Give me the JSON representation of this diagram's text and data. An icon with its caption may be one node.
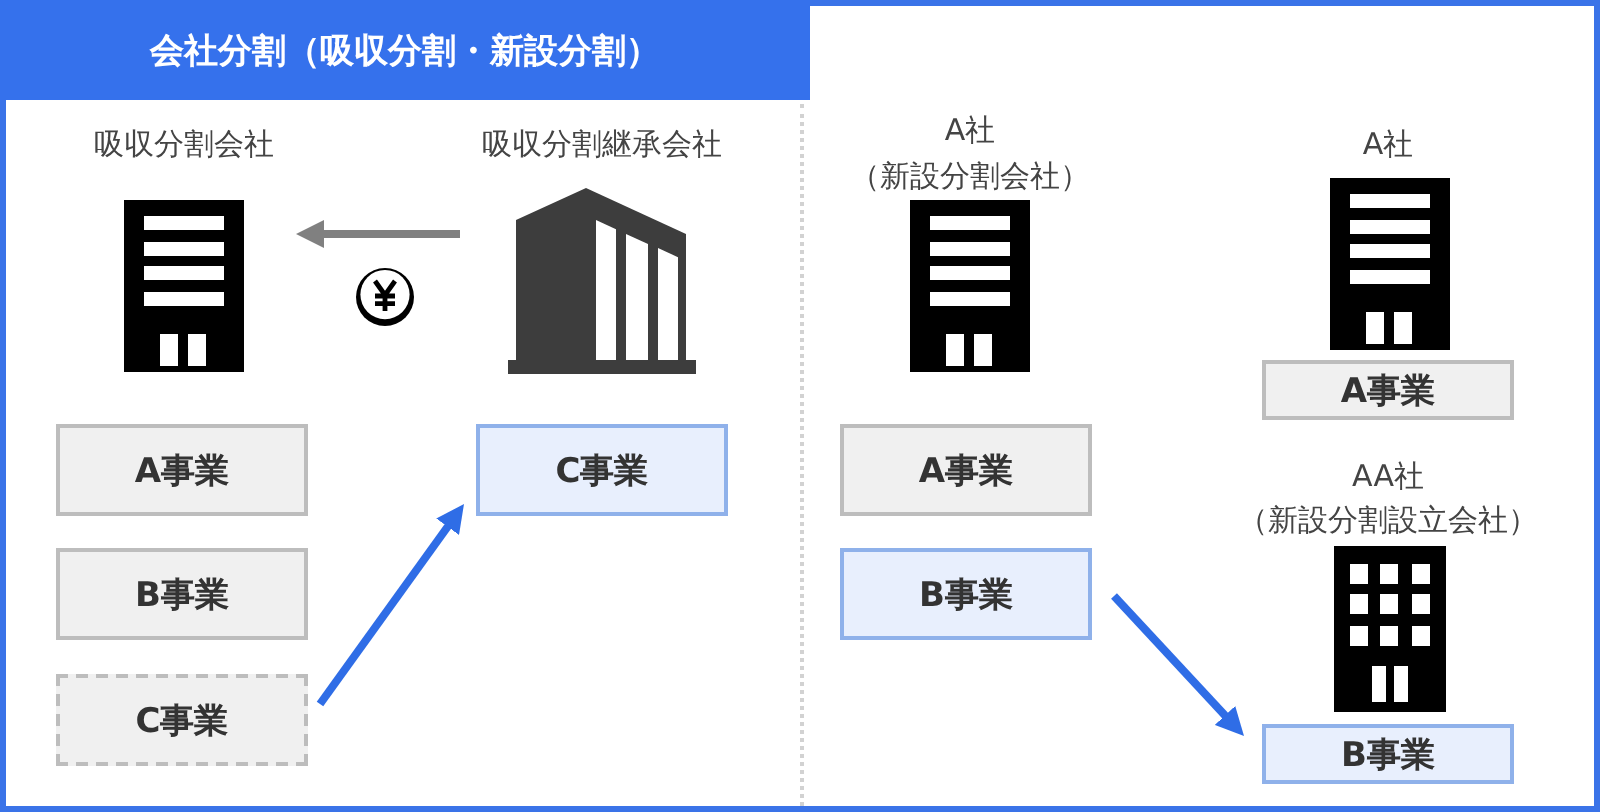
{
  "diagram": {
    "title": "会社分割（吸収分割・新設分割）",
    "nodes": [
      {
        "text": [
          "吸収分割会社"
        ]
      },
      {
        "text": [
          "吸収分割継承会社"
        ]
      },
      {
        "text": [
          "A事業"
        ]
      },
      {
        "text": [
          "B事業"
        ]
      },
      {
        "text": [
          "C事業"
        ]
      },
      {
        "text": [
          "C事業"
        ]
      },
      {
        "text": [
          "A社",
          "（新設分割会社）"
        ]
      },
      {
        "text": [
          "A事業"
        ]
      },
      {
        "text": [
          "B事業"
        ]
      },
      {
        "text": [
          "A社"
        ]
      },
      {
        "text": [
          "A事業"
        ]
      },
      {
        "text": [
          "AA社",
          "（新設分割設立会社）"
        ]
      },
      {
        "text": [
          "B事業"
        ]
      }
    ],
    "edges": [
      {
        "from": 1,
        "to": 0,
        "arrow": "to",
        "color": "#808080"
      },
      {
        "from": 4,
        "to": 5,
        "arrow": "to"
      },
      {
        "from": 8,
        "to": 12,
        "arrow": "to"
      }
    ]
  }
}
